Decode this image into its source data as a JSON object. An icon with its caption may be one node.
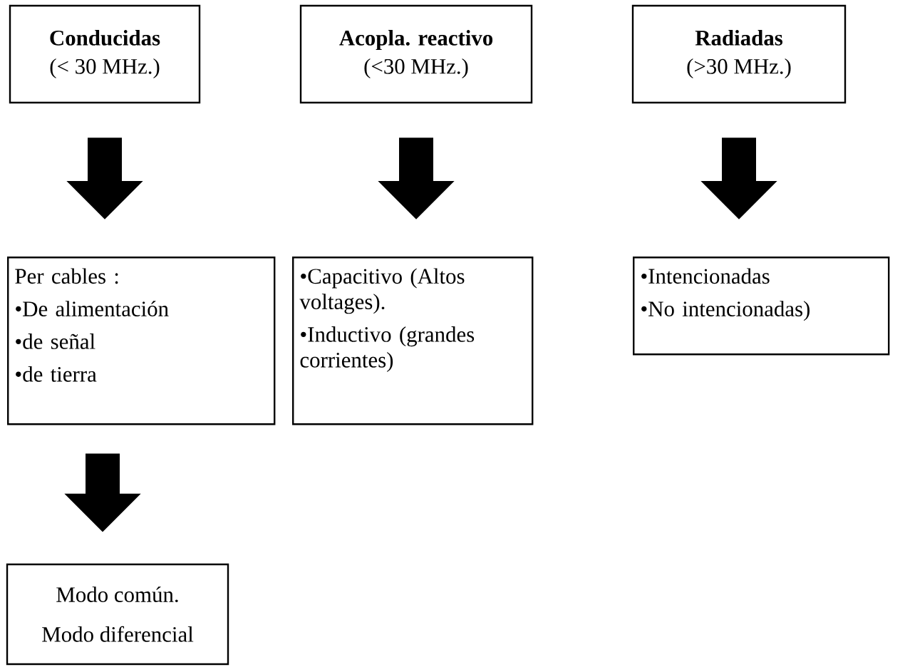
{
  "diagram": {
    "nodes": [
      {
        "text": [
          "Conducidas",
          "(< 30 MHz.)"
        ]
      },
      {
        "text": [
          "Acopla. reactivo",
          "(<30 MHz.)"
        ]
      },
      {
        "text": [
          "Radiadas",
          "(>30 MHz.)"
        ]
      },
      {
        "text": [
          "Per cables :",
          "•De alimentación",
          "•de señal",
          "•de tierra"
        ]
      },
      {
        "text": [
          "•Capacitivo (Altos voltages).",
          "•Inductivo (grandes corrientes)"
        ]
      },
      {
        "text": [
          "•Intencionadas",
          "•No intencionadas)"
        ]
      },
      {
        "text": [
          "Modo común.",
          "Modo diferencial"
        ]
      }
    ],
    "edges": [
      {
        "from": 0,
        "to": 3,
        "arrow": "to"
      },
      {
        "from": 1,
        "to": 4,
        "arrow": "to"
      },
      {
        "from": 2,
        "to": 5,
        "arrow": "to"
      },
      {
        "from": 3,
        "to": 6,
        "arrow": "to"
      }
    ]
  }
}
